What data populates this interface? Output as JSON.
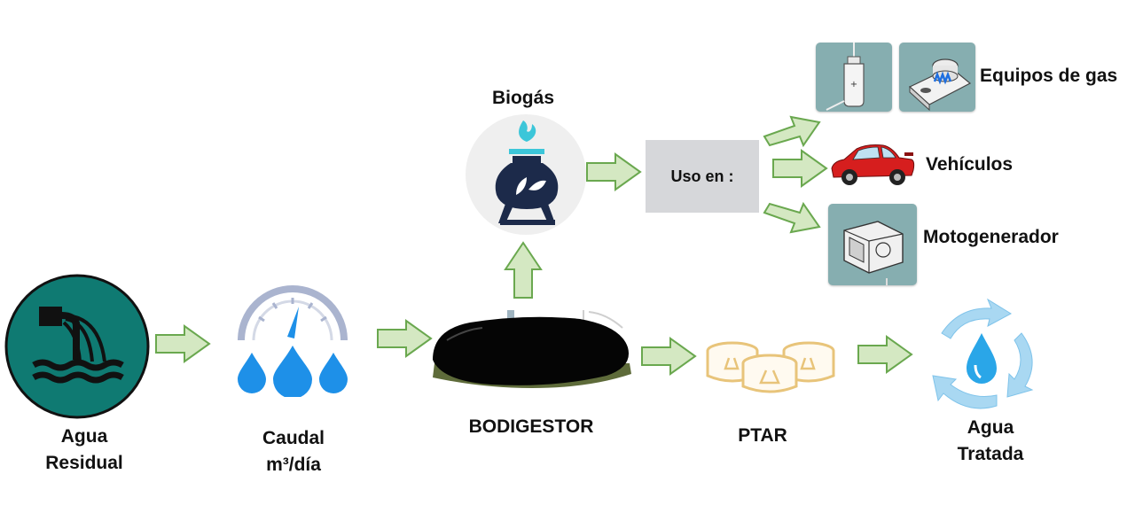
{
  "diagram": {
    "nodes": {
      "agua_residual": {
        "line1": "Agua",
        "line2": "Residual"
      },
      "caudal": {
        "line1": "Caudal",
        "line2": "m³/día"
      },
      "biodigestor": {
        "label": "BODIGESTOR"
      },
      "biogas": {
        "label": "Biogás"
      },
      "uso": {
        "label": "Uso en :"
      },
      "equipos_gas": {
        "label": "Equipos de gas"
      },
      "vehiculos": {
        "label": "Vehículos"
      },
      "motogenerador": {
        "label": "Motogenerador"
      },
      "ptar": {
        "label": "PTAR"
      },
      "agua_tratada": {
        "line1": "Agua",
        "line2": "Tratada"
      }
    },
    "colors": {
      "arrow_fill": "#d4e8c2",
      "arrow_stroke": "#6aa84f",
      "teal": "#0f7a72",
      "water_blue": "#1e90e8",
      "gauge_gray": "#aab4cf",
      "navy": "#1c2a4a",
      "flame_cyan": "#3cc6d9",
      "ptar_gold": "#e8c47a",
      "uso_box": "#d6d7da",
      "tile_bg": "#86aeb0"
    }
  }
}
